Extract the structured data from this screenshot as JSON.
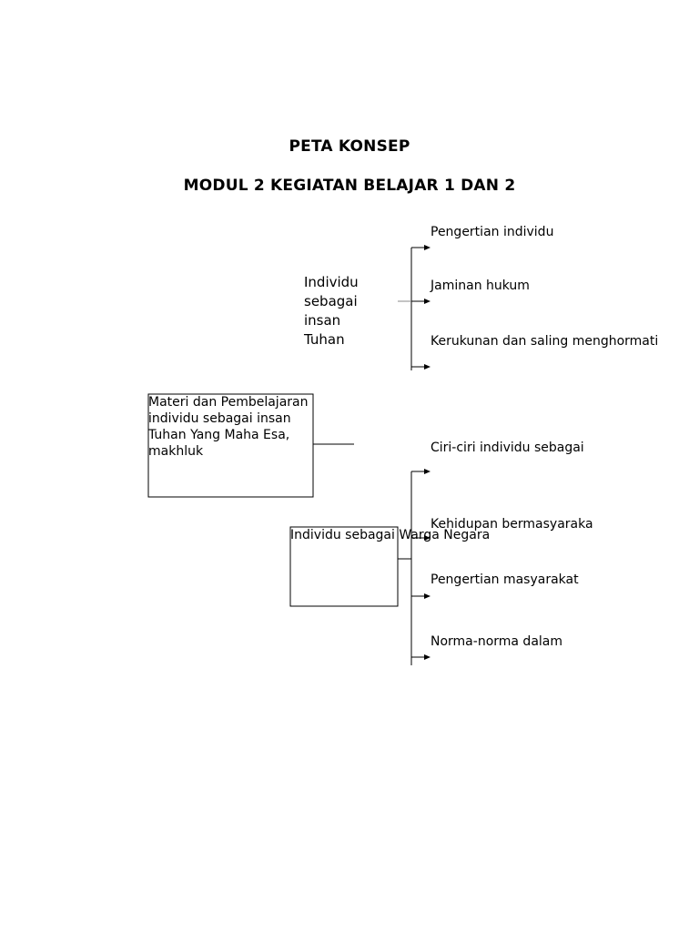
{
  "title": {
    "line1": "PETA KONSEP",
    "line2": "MODUL 2 KEGIATAN BELAJAR 1 DAN 2"
  },
  "main_node": {
    "lines": [
      "Materi dan Pembelajaran",
      "individu sebagai insan",
      "Tuhan Yang Maha Esa,",
      "makhluk"
    ]
  },
  "branch_tuhan": {
    "label_lines": [
      "Individu",
      "sebagai",
      "insan",
      "Tuhan"
    ],
    "items": [
      "Pengertian individu",
      "Jaminan hukum",
      "Kerukunan dan saling menghormati"
    ]
  },
  "branch_warga": {
    "label": "Individu sebagai Warga Negara",
    "items": [
      "Ciri-ciri individu sebagai",
      "Kehidupan bermasyaraka",
      "Pengertian masyarakat",
      "Norma-norma dalam"
    ]
  }
}
